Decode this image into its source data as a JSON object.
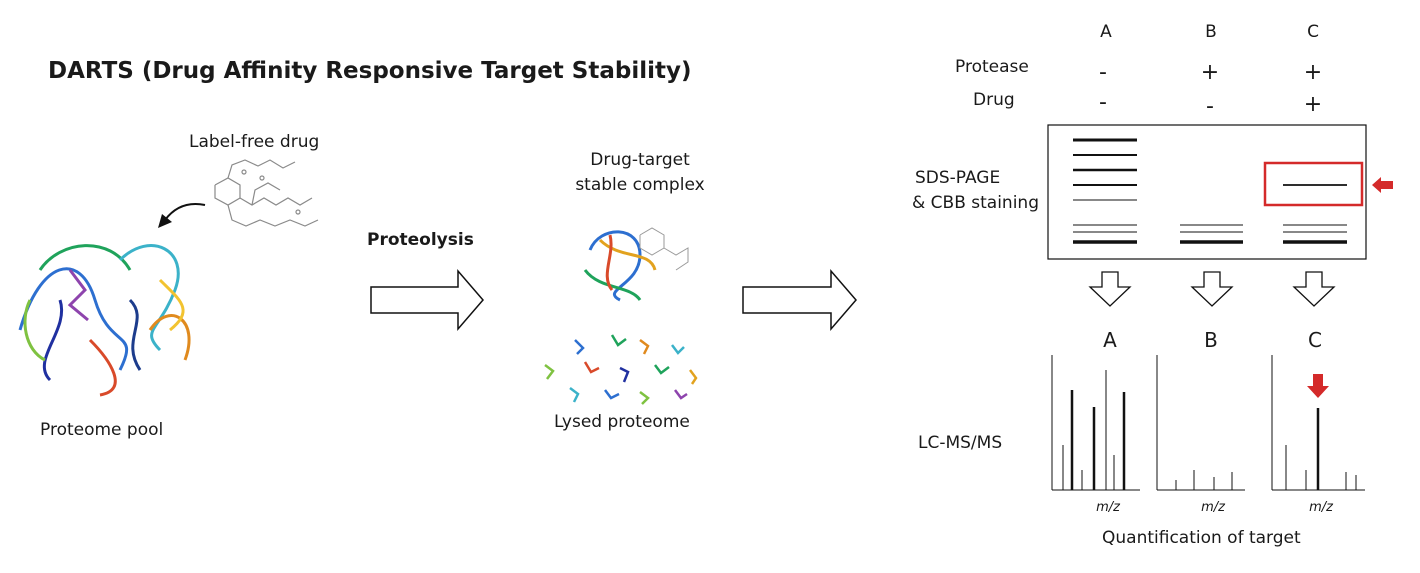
{
  "title": "DARTS (Drug Affinity Responsive Target Stability)",
  "labels": {
    "label_free_drug": "Label-free drug",
    "proteome_pool": "Proteome pool",
    "proteolysis": "Proteolysis",
    "complex_line1": "Drug-target",
    "complex_line2": "stable complex",
    "lysed_proteome": "Lysed proteome",
    "protease": "Protease",
    "drug": "Drug",
    "sds_line1": "SDS-PAGE",
    "sds_line2": "& CBB staining",
    "lcms": "LC-MS/MS",
    "quantification": "Quantification of target",
    "mz": "m/z"
  },
  "lanes": {
    "headers": [
      "A",
      "B",
      "C"
    ],
    "protease": [
      "-",
      "+",
      "+"
    ],
    "drug": [
      "-",
      "-",
      "+"
    ],
    "ms_headers": [
      "A",
      "B",
      "C"
    ]
  },
  "colors": {
    "highlight": "#d42a2a",
    "text": "#1a1a1a"
  }
}
